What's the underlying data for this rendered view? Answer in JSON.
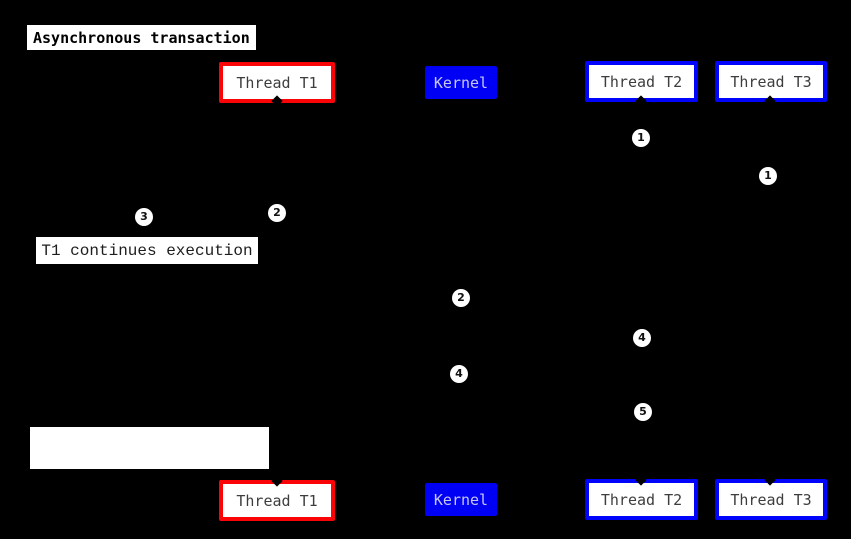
{
  "title": "Asynchronous transaction",
  "diagram": {
    "background_color": "#000000",
    "colors": {
      "thread_t1_border": "#fb0407",
      "thread_t2_border": "#0004fb",
      "thread_t3_border": "#0004fb",
      "kernel_fill": "#0000f5",
      "endpoint_fill": "#ffffff",
      "marker_fill": "#ffffff"
    },
    "lifelines": {
      "top": [
        {
          "label": "Thread T1"
        },
        {
          "label": "Kernel"
        },
        {
          "label": "Thread T2"
        },
        {
          "label": "Thread T3"
        }
      ],
      "bottom": [
        {
          "label": "Thread T1"
        },
        {
          "label": "Kernel"
        },
        {
          "label": "Thread T2"
        },
        {
          "label": "Thread T3"
        }
      ]
    },
    "notes": {
      "t1_continues": "T1 continues execution",
      "blank": ""
    },
    "markers": [
      {
        "label": "1"
      },
      {
        "label": "1"
      },
      {
        "label": "2"
      },
      {
        "label": "3"
      },
      {
        "label": "2"
      },
      {
        "label": "4"
      },
      {
        "label": "4"
      },
      {
        "label": "5"
      }
    ]
  }
}
